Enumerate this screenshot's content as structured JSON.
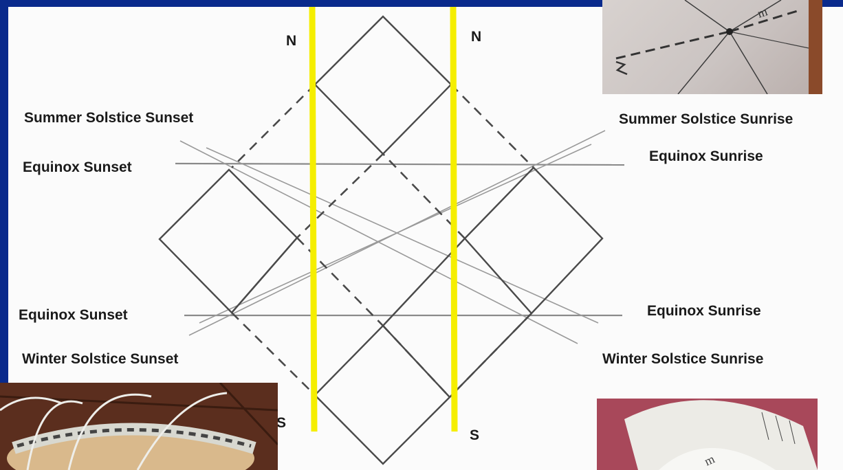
{
  "labels": {
    "n_left": "N",
    "n_right": "N",
    "s_left": "S",
    "s_right": "S",
    "summer_sunset": "Summer Solstice Sunset",
    "summer_sunrise": "Summer Solstice Sunrise",
    "equinox_sunset_top": "Equinox Sunset",
    "equinox_sunrise_top": "Equinox Sunrise",
    "equinox_sunset_bottom": "Equinox Sunset",
    "equinox_sunrise_bottom": "Equinox Sunrise",
    "winter_sunset": "Winter Solstice Sunset",
    "winter_sunrise": "Winter Solstice Sunrise"
  },
  "colors": {
    "border": "#0a2a8c",
    "paper": "#fbfbfb",
    "yellow_line": "#f5ee00",
    "sketch": "#4a4a4a",
    "faint": "#8a8a8a"
  },
  "photos": {
    "top_right": "compass-photo",
    "bottom_left": "ring-photo",
    "bottom_right": "paper-dial-photo"
  }
}
